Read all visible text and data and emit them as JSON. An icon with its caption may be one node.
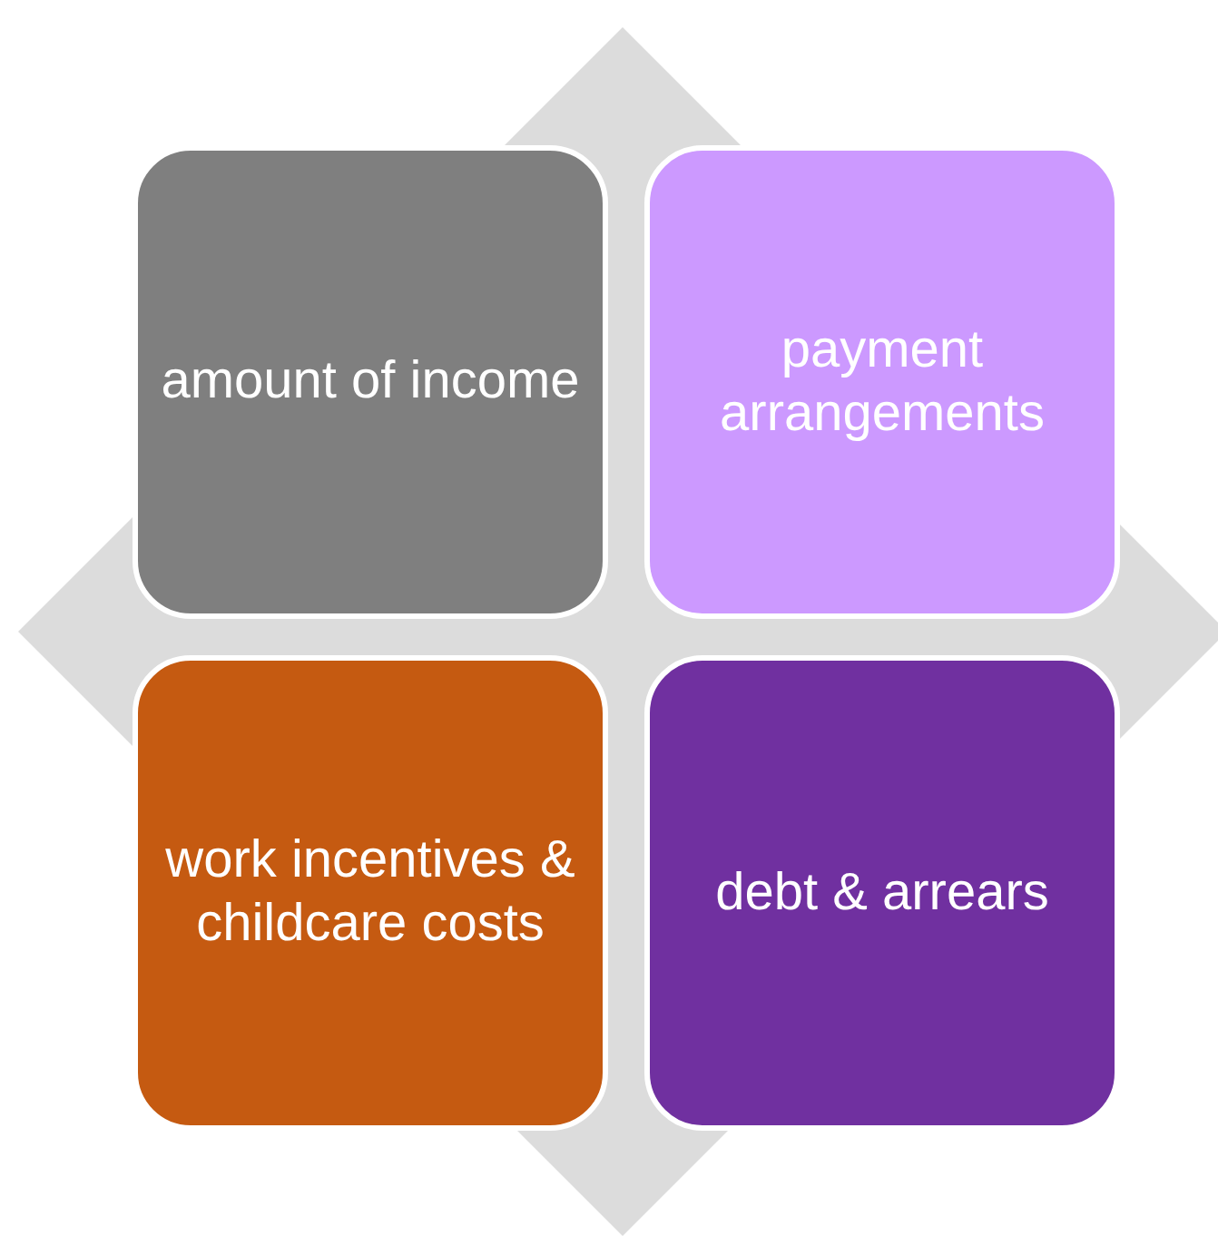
{
  "diagram": {
    "nodes": [
      {
        "text": [
          "amount of income"
        ]
      },
      {
        "text": [
          "payment arrangements"
        ]
      },
      {
        "text": [
          "work incentives & childcare costs"
        ]
      },
      {
        "text": [
          "debt & arrears"
        ]
      }
    ]
  }
}
